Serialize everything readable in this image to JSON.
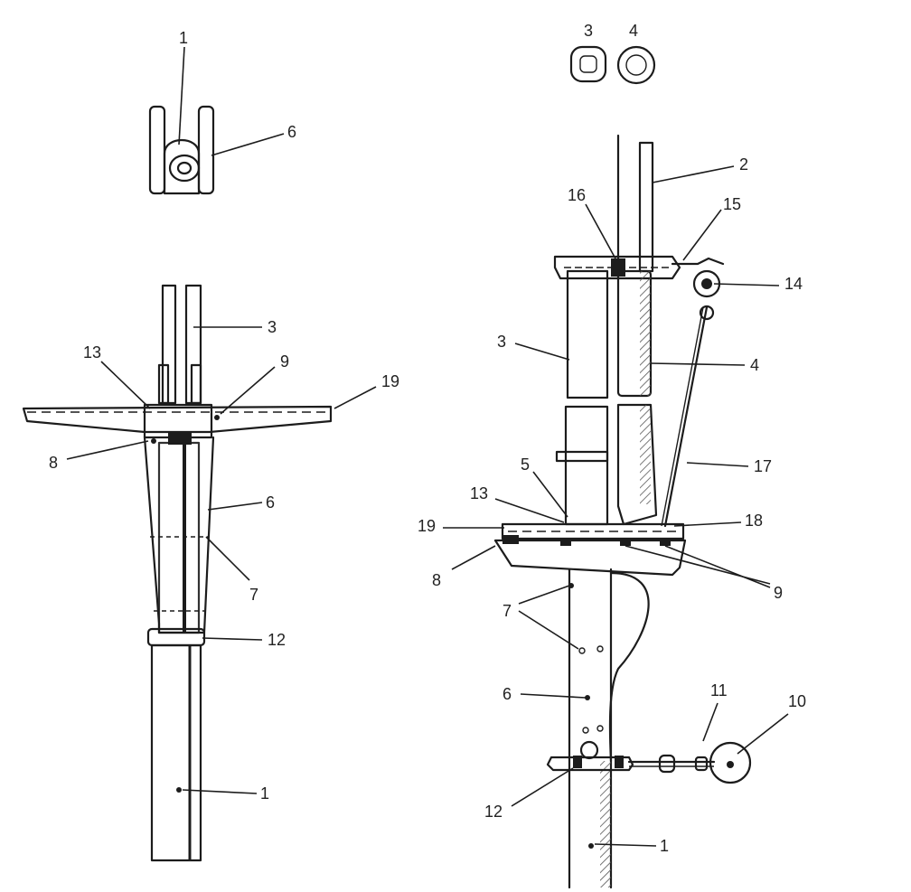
{
  "labels": {
    "top_left_end_view": [
      "1",
      "6"
    ],
    "top_right_sections": [
      "3",
      "4"
    ],
    "left_assembly": [
      "3",
      "13",
      "9",
      "19",
      "8",
      "6",
      "7",
      "12",
      "1"
    ],
    "right_assembly": [
      "2",
      "16",
      "15",
      "14",
      "3",
      "4",
      "17",
      "5",
      "13",
      "18",
      "19",
      "8",
      "9",
      "7",
      "6",
      "11",
      "10",
      "12",
      "1"
    ]
  },
  "colors": {
    "ink": "#1c1c1c",
    "paper": "#ffffff",
    "hatch": "#555555"
  }
}
